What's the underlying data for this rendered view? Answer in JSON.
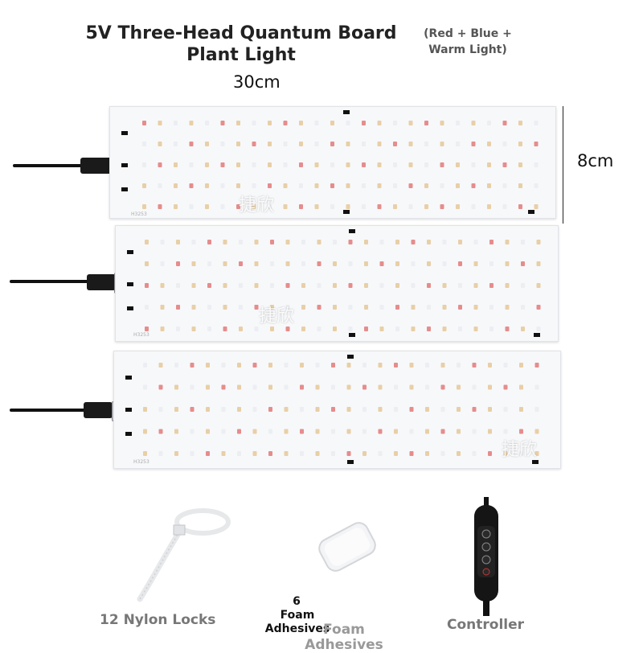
{
  "header": {
    "title": "5V Three-Head Quantum Board Plant Light",
    "subtitle": "(Red + Blue + Warm Light)"
  },
  "dimensions": {
    "width_label": "30cm",
    "height_label": "8cm"
  },
  "boards": [
    {
      "watermark": "捷欣",
      "code": "H3253"
    },
    {
      "watermark": "捷欣",
      "code": "H3253"
    },
    {
      "watermark": "捷欣",
      "code": "H3253"
    }
  ],
  "accessories": {
    "nylon_locks_label": "12 Nylon Locks",
    "foam_count": "6",
    "foam_label": "Foam Adhesives",
    "foam_ghost_label": "Foam Adhesives",
    "controller_label": "Controller"
  },
  "colors": {
    "led_red": "#e58d8c",
    "led_warm": "#e8cfa7",
    "led_white": "#eceef2",
    "board": "#f7f8fa",
    "cable": "#111111"
  }
}
